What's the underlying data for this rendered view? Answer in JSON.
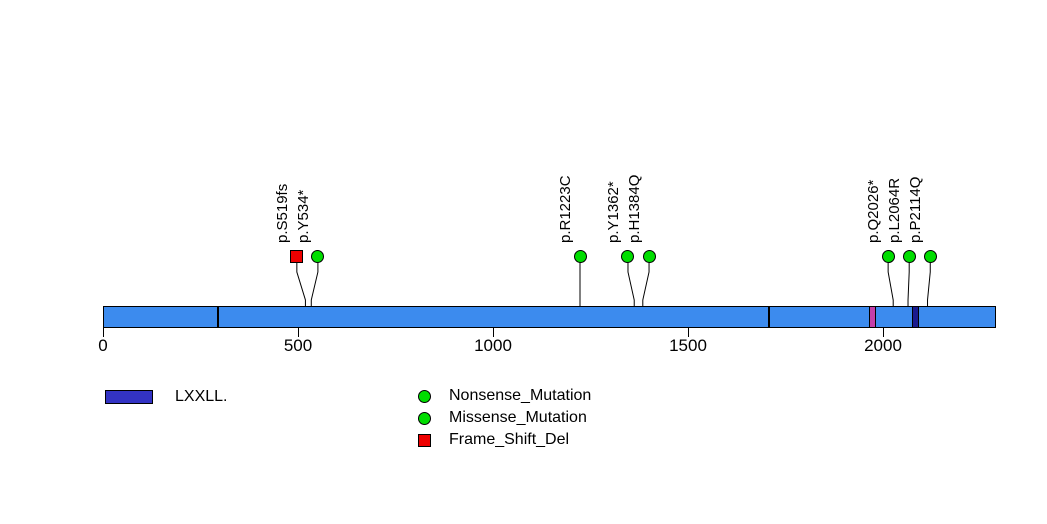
{
  "chart_data": {
    "type": "lollipop",
    "title": "",
    "xlabel": "",
    "ylabel": "",
    "axis": {
      "ticks": [
        0,
        500,
        1000,
        1500,
        2000
      ],
      "xlim": [
        0,
        2287
      ],
      "grid": false
    },
    "protein_bar_color": "#3C8BEE",
    "stem_color": "#000000",
    "mutations": [
      {
        "label": "p.S519fs",
        "position": 519,
        "label_position": 497,
        "class": "Frame_Shift_Del",
        "shape": "square",
        "color": "#EE0000"
      },
      {
        "label": "p.Y534*",
        "position": 534,
        "label_position": 551,
        "class": "Nonsense_Mutation",
        "shape": "circle",
        "color": "#00DD00"
      },
      {
        "label": "p.R1223C",
        "position": 1223,
        "label_position": 1223,
        "class": "Missense_Mutation",
        "shape": "circle",
        "color": "#00DD00"
      },
      {
        "label": "p.Y1362*",
        "position": 1362,
        "label_position": 1346,
        "class": "Nonsense_Mutation",
        "shape": "circle",
        "color": "#00DD00"
      },
      {
        "label": "p.H1384Q",
        "position": 1384,
        "label_position": 1400,
        "class": "Missense_Mutation",
        "shape": "circle",
        "color": "#00DD00"
      },
      {
        "label": "p.Q2026*",
        "position": 2026,
        "label_position": 2013,
        "class": "Nonsense_Mutation",
        "shape": "circle",
        "color": "#00DD00"
      },
      {
        "label": "p.L2064R",
        "position": 2064,
        "label_position": 2067,
        "class": "Missense_Mutation",
        "shape": "circle",
        "color": "#00DD00"
      },
      {
        "label": "p.P2114Q",
        "position": 2114,
        "label_position": 2121,
        "class": "Missense_Mutation",
        "shape": "circle",
        "color": "#00DD00"
      }
    ],
    "domains": [
      {
        "name": "LXXLL",
        "start": 293,
        "end": 298,
        "color": "#000000"
      },
      {
        "name": "LXXLL",
        "start": 1705,
        "end": 1710,
        "color": "#000000"
      },
      {
        "name": "LXXLL",
        "start": 1964,
        "end": 1982,
        "color": "#C43FA8"
      },
      {
        "name": "LXXLL",
        "start": 2074,
        "end": 2092,
        "color": "#1A1A8E"
      }
    ],
    "legend": {
      "domain": {
        "label": "LXXLL.",
        "color": "#3333C4"
      },
      "mutation_types": [
        {
          "label": "Nonsense_Mutation",
          "shape": "circle",
          "color": "#00DD00"
        },
        {
          "label": "Missense_Mutation",
          "shape": "circle",
          "color": "#00DD00"
        },
        {
          "label": "Frame_Shift_Del",
          "shape": "square",
          "color": "#EE0000"
        }
      ]
    }
  }
}
